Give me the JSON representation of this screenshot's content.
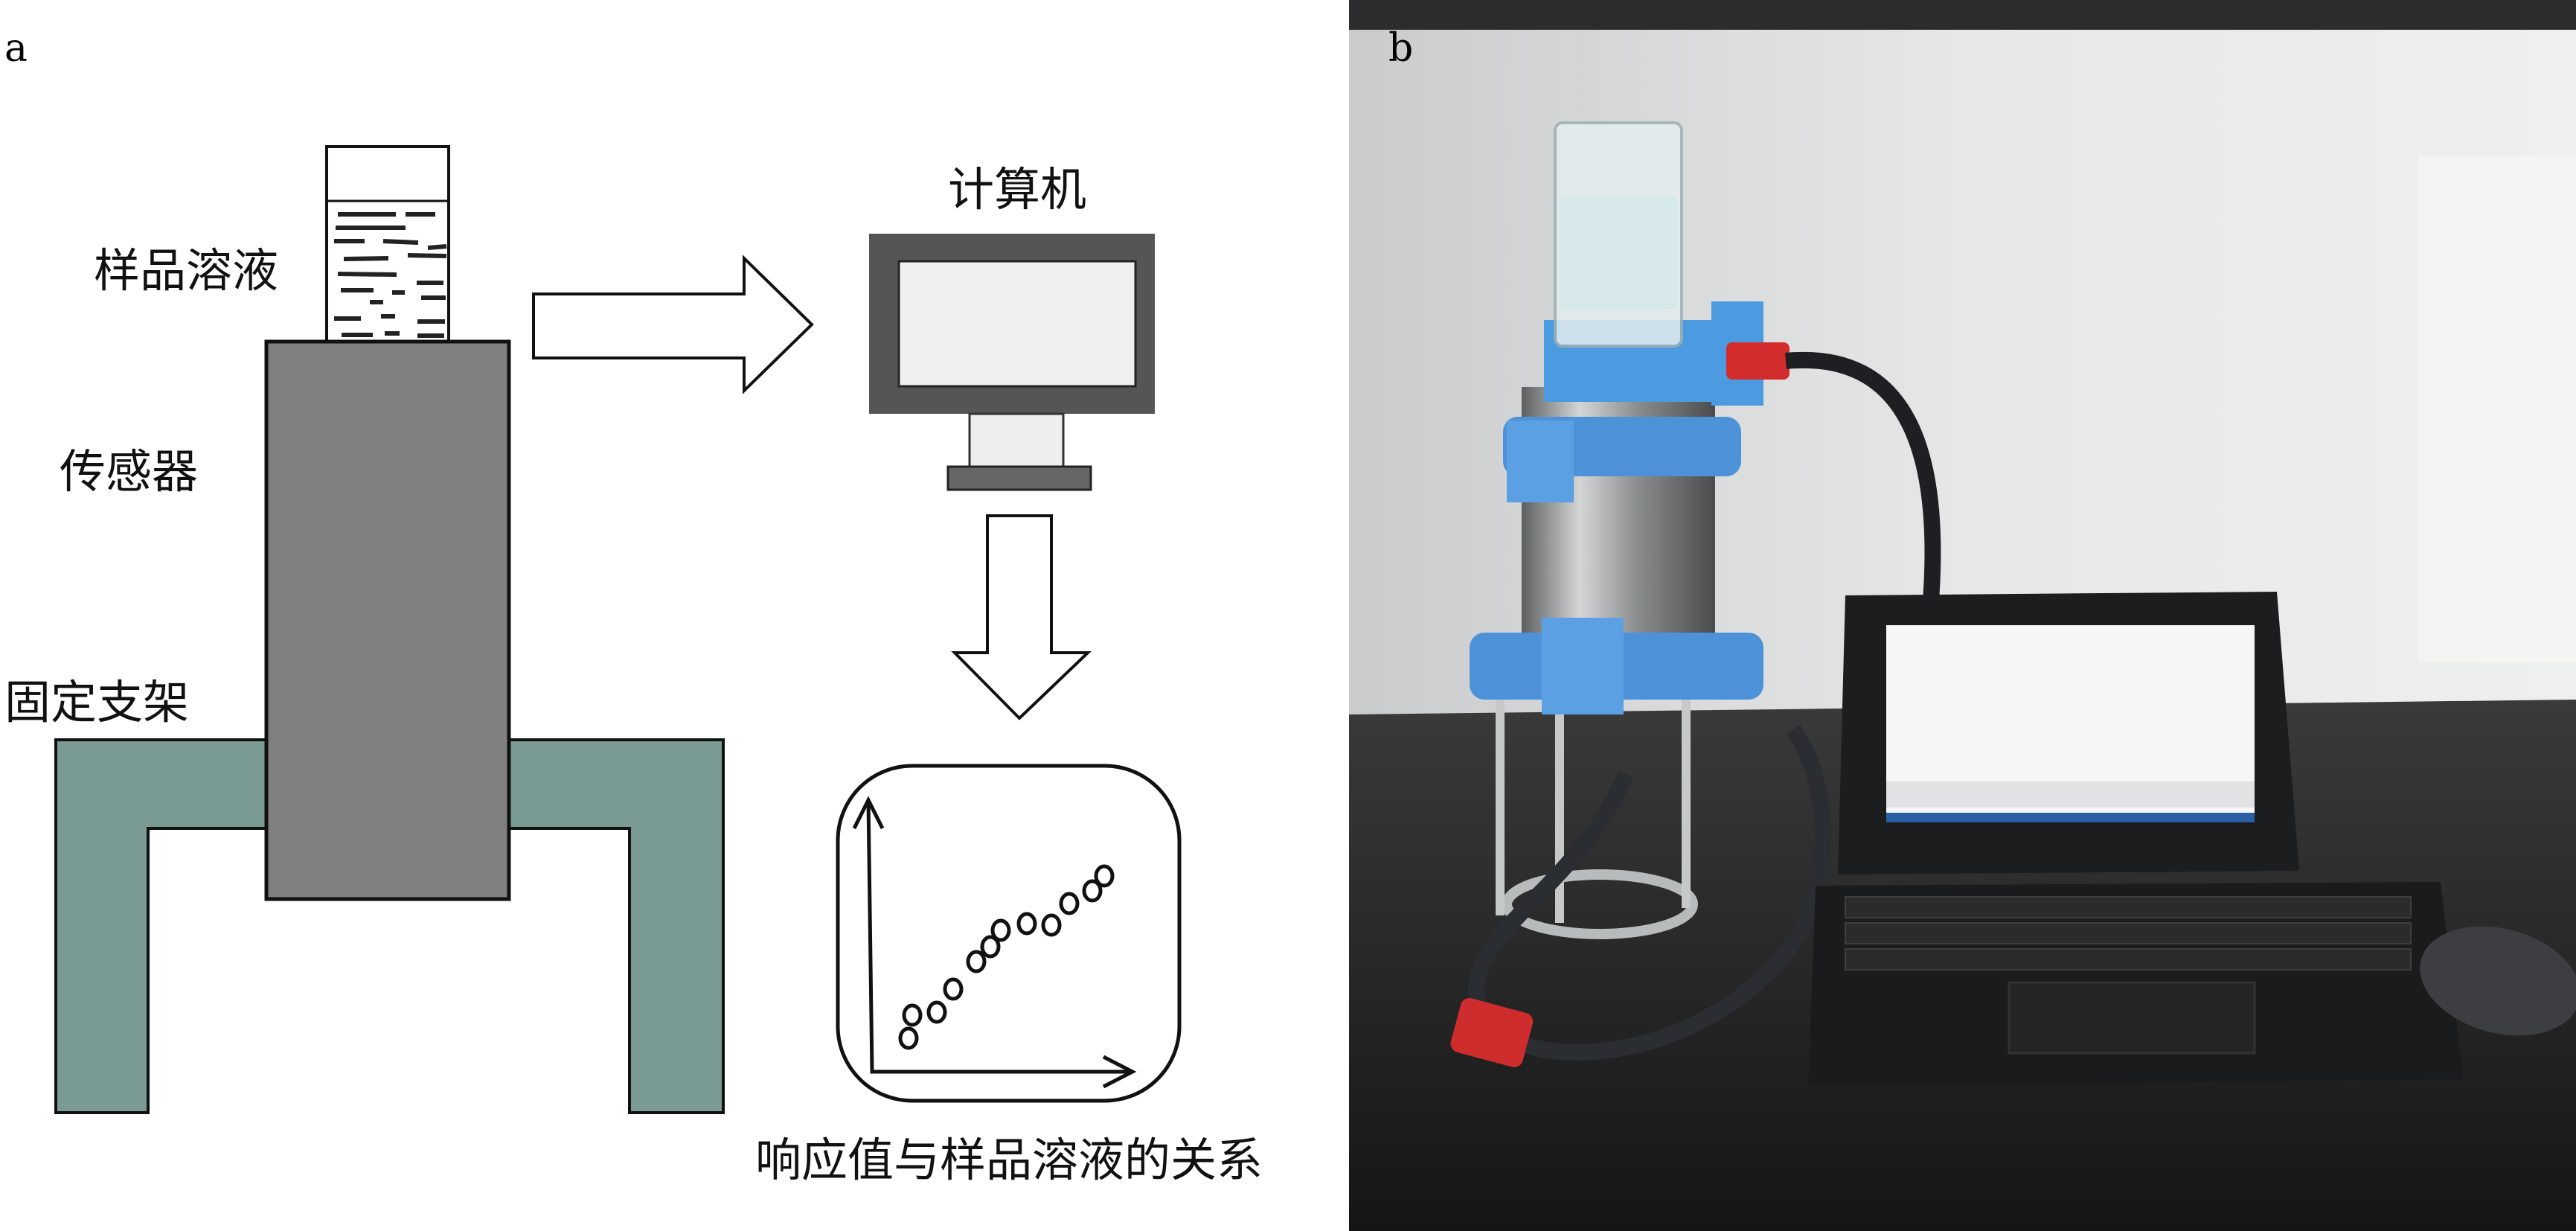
{
  "panel_a": {
    "label": "a",
    "sample_solution_label": "样品溶液",
    "sensor_label": "传感器",
    "bracket_label": "固定支架",
    "computer_label": "计算机",
    "caption": "响应值与样品溶液的关系",
    "colors": {
      "sensor": "#808080",
      "bracket": "#7a9a94",
      "monitor": "#555555"
    }
  },
  "panel_b": {
    "label": "b"
  }
}
